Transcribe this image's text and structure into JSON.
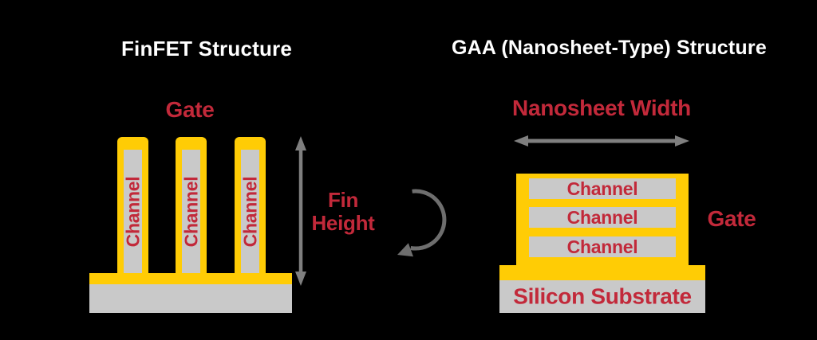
{
  "colors": {
    "bg": "#000000",
    "white": "#ffffff",
    "yellow": "#ffcc05",
    "gray": "#c9c9c9",
    "red": "#c2293a",
    "arrow": "#7f7f7f",
    "curved_arrow": "#6e6e6e"
  },
  "finfet": {
    "title": "FinFET Structure",
    "gate_label": "Gate",
    "fins": [
      {
        "label": "Channel"
      },
      {
        "label": "Channel"
      },
      {
        "label": "Channel"
      }
    ],
    "fin_height_line1": "Fin",
    "fin_height_line2": "Height"
  },
  "gaa": {
    "title": "GAA (Nanosheet-Type) Structure",
    "nanosheet_width_label": "Nanosheet Width",
    "channels": [
      "Channel",
      "Channel",
      "Channel"
    ],
    "gate_label": "Gate",
    "substrate_label": "Silicon Substrate"
  }
}
